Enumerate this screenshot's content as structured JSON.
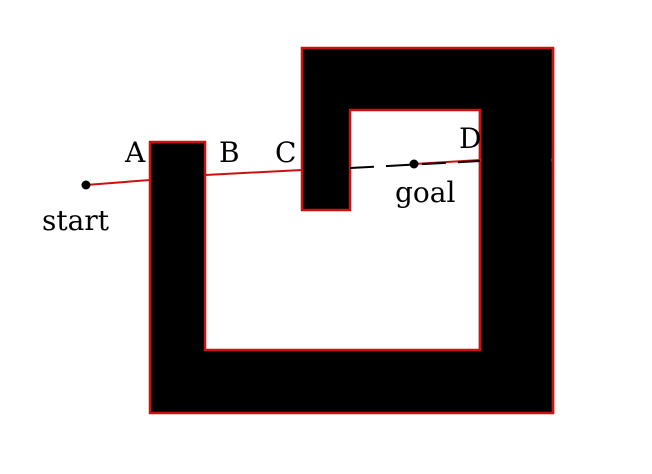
{
  "labels": {
    "start": "start",
    "goal": "goal",
    "a": "A",
    "b": "B",
    "c": "C",
    "d": "D"
  },
  "colors": {
    "obstacle_fill": "#000000",
    "obstacle_edge": "#cc1111",
    "path": "#cc1111",
    "dashed_segment": "#000000",
    "point": "#000000",
    "background": "#ffffff"
  }
}
